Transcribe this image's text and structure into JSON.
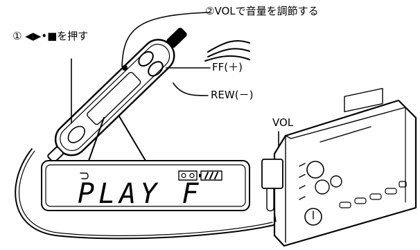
{
  "labels": {
    "step1": "① ◀▶•■を押す",
    "step2": "②VOLで音量を調節する",
    "ff": "FF(＋)",
    "rew": "REW(－)",
    "vol": "VOL"
  },
  "lcd": {
    "main_text": "PLAY F"
  }
}
